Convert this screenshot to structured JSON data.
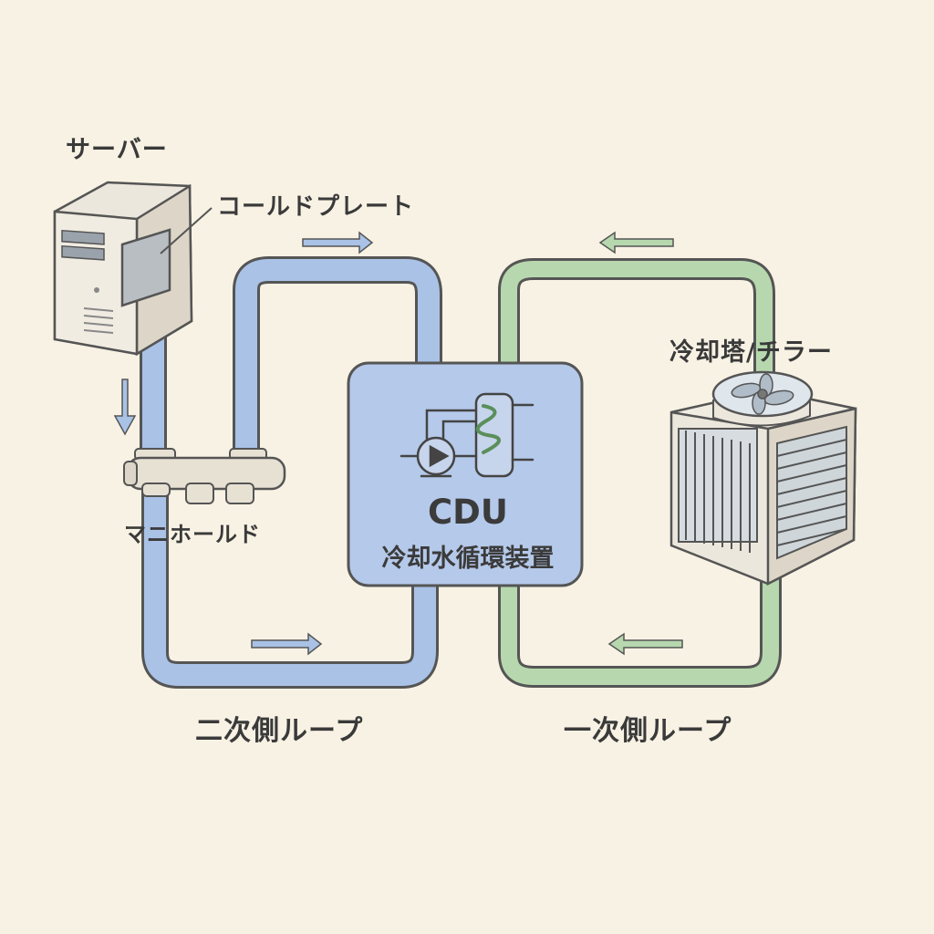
{
  "labels": {
    "server": "サーバー",
    "cold_plate": "コールドプレート",
    "manifold": "マニホールド",
    "cooling_tower": "冷却塔/チラー",
    "secondary_loop": "二次側ループ",
    "primary_loop": "一次側ループ"
  },
  "cdu": {
    "title": "CDU",
    "subtitle": "冷却水循環装置"
  },
  "colors": {
    "background": "#f8f2e4",
    "secondary_loop": "#a9c2e6",
    "primary_loop": "#b7d8ae",
    "cdu_fill": "#b5c9ea",
    "outline": "#555555",
    "unit_body": "#ece7dc"
  }
}
